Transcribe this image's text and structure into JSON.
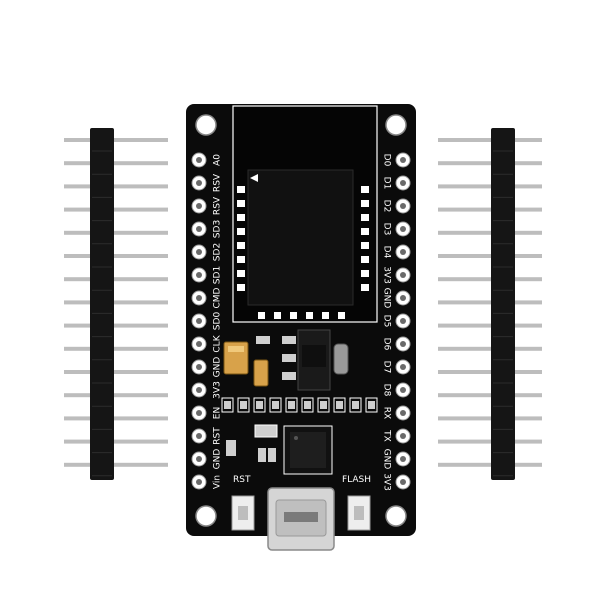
{
  "board": {
    "left_pins": [
      "A0",
      "RSV",
      "RSV",
      "SD3",
      "SD2",
      "SD1",
      "CMD",
      "SD0",
      "CLK",
      "GND",
      "3V3",
      "EN",
      "RST",
      "GND",
      "Vin"
    ],
    "right_pins": [
      "D0",
      "D1",
      "D2",
      "D3",
      "D4",
      "3V3",
      "GND",
      "D5",
      "D6",
      "D7",
      "D8",
      "RX",
      "TX",
      "GND",
      "3V3"
    ],
    "button_labels": {
      "rst": "RST",
      "flash": "FLASH"
    }
  },
  "headers": {
    "pin_count": 15
  },
  "colors": {
    "pcb": "#0b0b0b",
    "silkscreen": "#ffffff",
    "header_plastic": "#151515",
    "pin_metal": "#bdbdbd",
    "tantalum_cap": "#d8a24a",
    "usb_metal": "#d5d5d5"
  }
}
